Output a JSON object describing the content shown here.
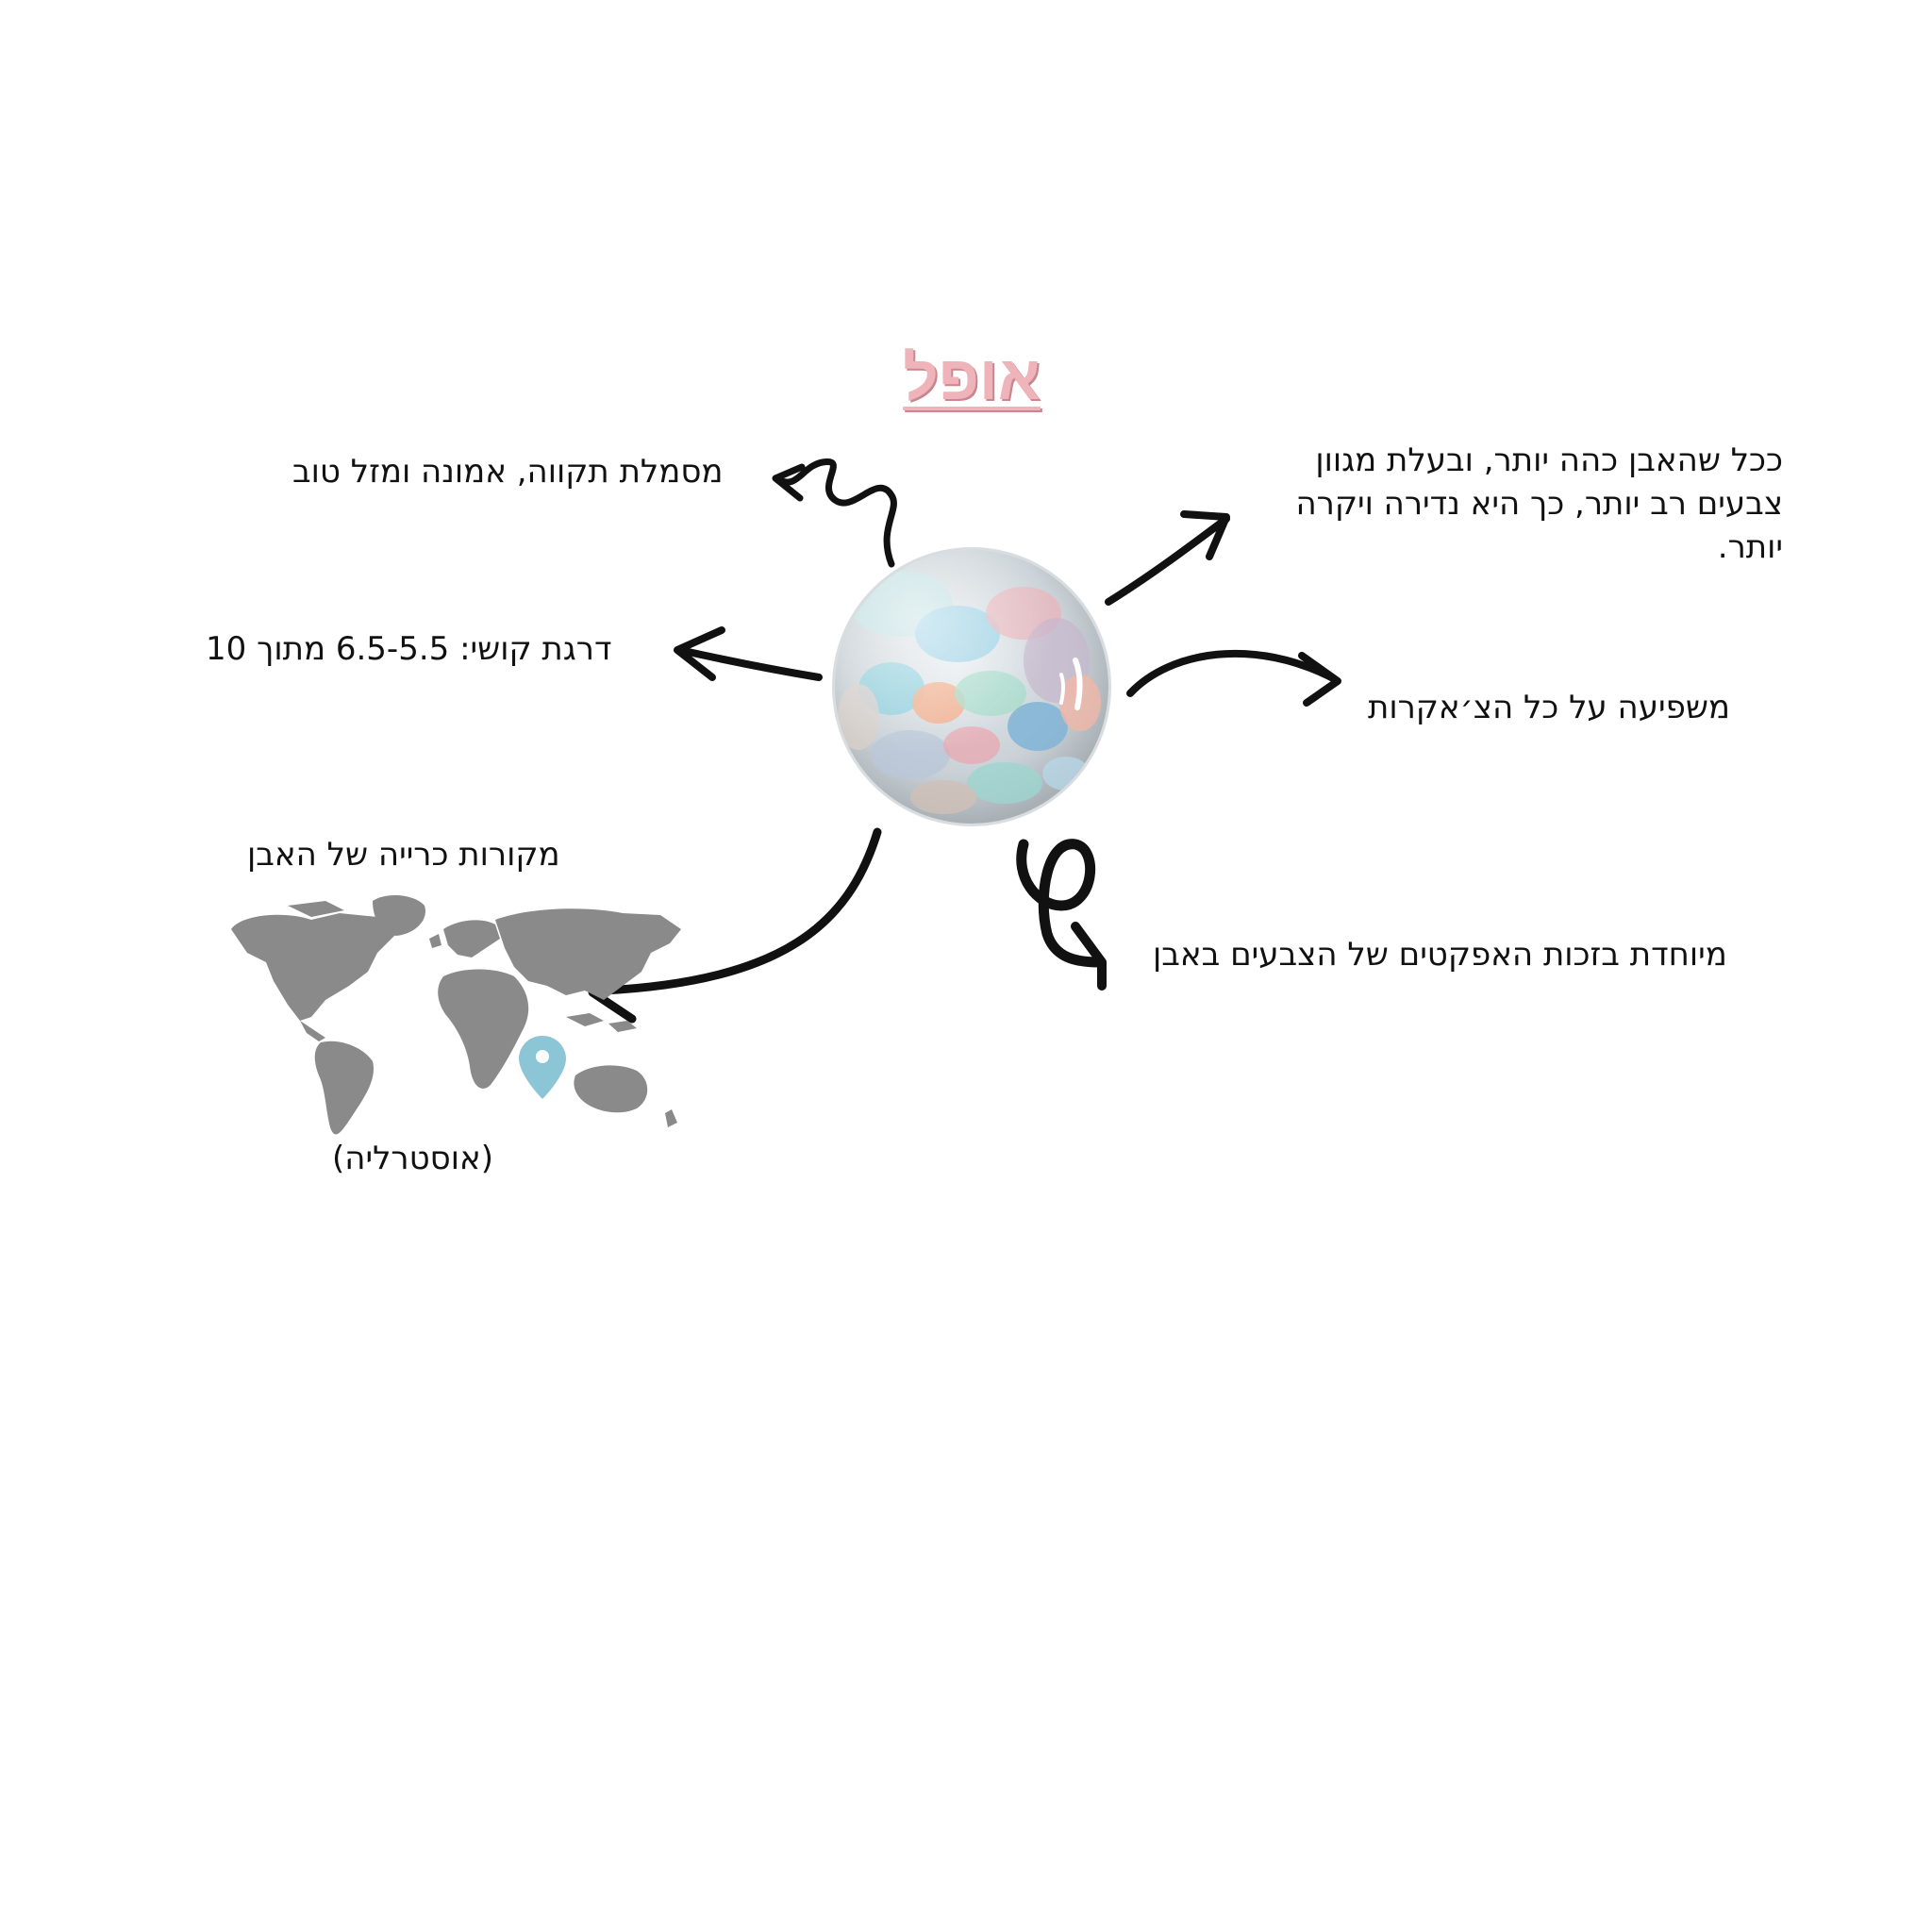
{
  "title": "אופל",
  "labels": {
    "symbol": "מסמלת תקווה, אמונה ומזל טוב",
    "hardness": "דרגת קושי:   6.5-5.5 מתוך 10",
    "value": "ככל שהאבן כהה יותר, ובעלת מגוון צבעים רב יותר, כך היא נדירה ויקרה יותר.",
    "chakras": "משפיעה על כל הצ׳אקרות",
    "mining": "מקורות כרייה של האבן",
    "colors": "מיוחדת בזכות האפקטים של הצבעים באבן",
    "location": "(אוסטרליה)"
  },
  "colors": {
    "title": "#efb4b9",
    "arrow": "#111111",
    "map": "#8a8a8a",
    "pin": "#8cc6d6"
  },
  "icons": [
    "opal-gem-icon",
    "world-map-icon",
    "location-pin-icon"
  ]
}
